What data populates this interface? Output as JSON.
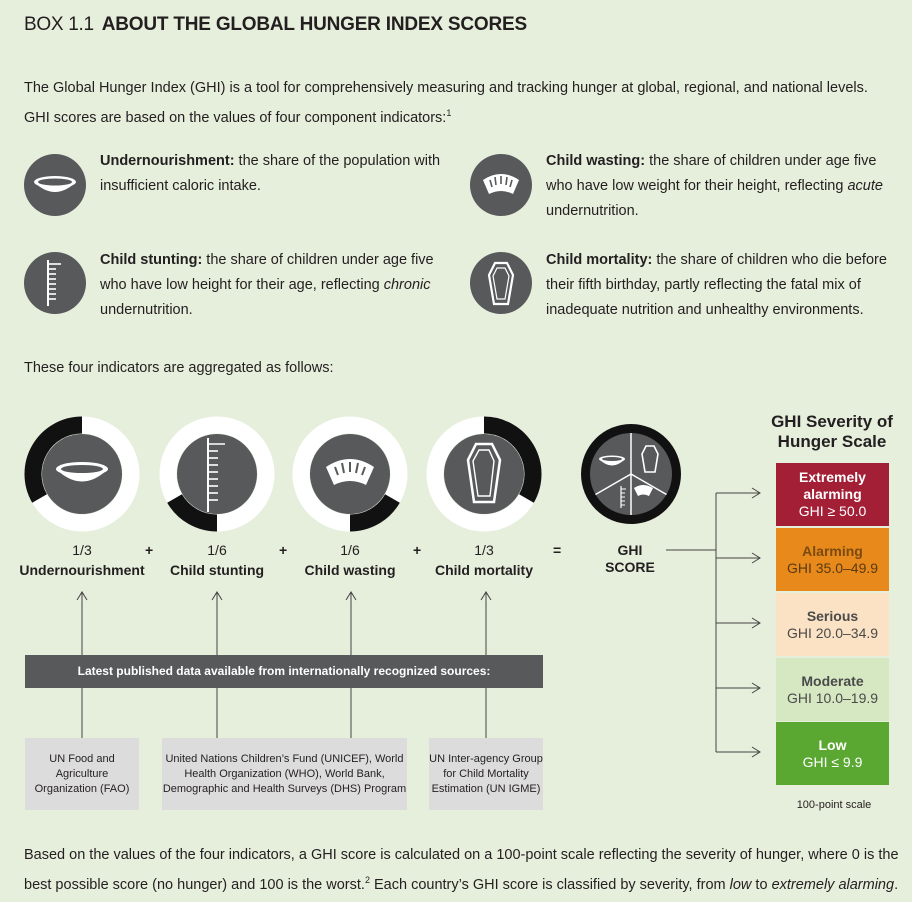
{
  "heading": {
    "box_no": "BOX 1.1",
    "title": "ABOUT THE GLOBAL HUNGER INDEX SCORES"
  },
  "intro": {
    "text": "The Global Hunger Index (GHI) is a tool for comprehensively measuring and tracking hunger at global, regional, and national levels. GHI scores are based on the values of four component indicators:",
    "footnote": "1"
  },
  "indicators": [
    {
      "term": "Undernourishment:",
      "desc": " the share of the population with insufficient caloric intake.",
      "icon": "bowl-icon"
    },
    {
      "term": "Child wasting:",
      "desc_pre": " the share of children under age five who have low weight for their height, reflecting ",
      "desc_em": "acute",
      "desc_post": " undernutrition.",
      "icon": "scale-icon"
    },
    {
      "term": "Child stunting:",
      "desc_pre": " the share of children under age five who have low height for their age, reflecting ",
      "desc_em": "chronic",
      "desc_post": " undernutrition.",
      "icon": "ruler-icon"
    },
    {
      "term": "Child mortality:",
      "desc": " the share of children who die before their fifth birthday, partly reflecting the fatal mix of inadequate nutrition and unhealthy environments.",
      "icon": "coffin-icon"
    }
  ],
  "aggregation": {
    "intro": "These four indicators are aggregated as follows:",
    "components": [
      {
        "fraction": "1/3",
        "name": "Undernourishment"
      },
      {
        "fraction": "1/6",
        "name": "Child stunting"
      },
      {
        "fraction": "1/6",
        "name": "Child wasting"
      },
      {
        "fraction": "1/3",
        "name": "Child mortality"
      }
    ],
    "plus": "+",
    "equals": "=",
    "result_line1": "GHI",
    "result_line2": "SCORE"
  },
  "sources": {
    "band": "Latest published data available from internationally recognized sources:",
    "items": [
      "UN Food and Agriculture Organization (FAO)",
      "United Nations Children’s Fund (UNICEF), World Health Organization (WHO), World Bank, Demographic and Health Surveys (DHS) Program",
      "UN Inter-agency Group for Child Mortality Estimation (UN IGME)"
    ]
  },
  "severity": {
    "title": "GHI Severity of Hunger Scale",
    "levels": [
      {
        "label": "Extremely alarming",
        "range": "GHI ≥ 50.0",
        "bg": "#a31f36",
        "fg": "#ffffff",
        "label_fg": "#ffffff"
      },
      {
        "label": "Alarming",
        "range": "GHI 35.0–49.9",
        "bg": "#e8891b",
        "fg": "#5a3a12",
        "label_fg": "#7a4a12"
      },
      {
        "label": "Serious",
        "range": "GHI 20.0–34.9",
        "bg": "#fbe2c5",
        "fg": "#4a4a4a",
        "label_fg": "#4a4a4a"
      },
      {
        "label": "Moderate",
        "range": "GHI 10.0–19.9",
        "bg": "#d6e8c2",
        "fg": "#4a4a4a",
        "label_fg": "#4a4a4a"
      },
      {
        "label": "Low",
        "range": "GHI ≤ 9.9",
        "bg": "#5aa732",
        "fg": "#ffffff",
        "label_fg": "#ffffff"
      }
    ],
    "note": "100-point scale"
  },
  "footer": {
    "part1": "Based on the values of the four indicators, a GHI score is calculated on a 100-point scale reflecting the severity of hunger, where 0 is the best possible score (no hunger) and 100 is the worst.",
    "footnote": "2",
    "part2": " Each country’s GHI score is classified by severity, from ",
    "em1": "low",
    "part3": " to ",
    "em2": "extremely alarming",
    "part4": "."
  },
  "colors": {
    "background": "#e6eedc",
    "icon_gray": "#58595b",
    "ring_light": "#ffffff",
    "ring_dark": "#111111"
  }
}
